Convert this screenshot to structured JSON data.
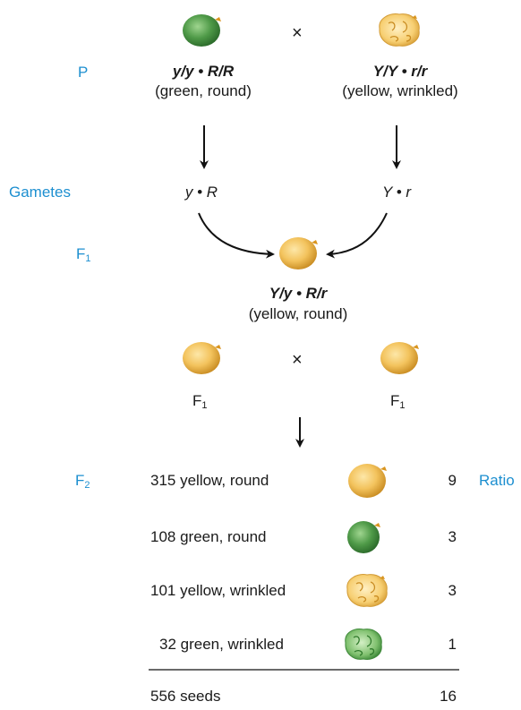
{
  "labels": {
    "p": "P",
    "gametes": "Gametes",
    "f1": "F",
    "f1_sub": "1",
    "f2": "F",
    "f2_sub": "2",
    "ratio": "Ratio"
  },
  "cross_symbol": "×",
  "parents": {
    "left": {
      "genotype": "y/y • R/R",
      "phenotype": "(green, round)",
      "seed": "green-round"
    },
    "right": {
      "genotype": "Y/Y • r/r",
      "phenotype": "(yellow, wrinkled)",
      "seed": "yellow-wrinkled"
    }
  },
  "gametes": {
    "left": "y • R",
    "right": "Y • r"
  },
  "f1": {
    "genotype": "Y/y • R/r",
    "phenotype": "(yellow, round)",
    "selfcross_left": "F",
    "selfcross_right": "F",
    "selfcross_sub": "1"
  },
  "f2_rows": [
    {
      "text": "315 yellow, round",
      "ratio": "9",
      "seed": "yellow-round"
    },
    {
      "text": "108 green, round",
      "ratio": "3",
      "seed": "green-round"
    },
    {
      "text": "101 yellow, wrinkled",
      "ratio": "3",
      "seed": "yellow-wrinkled"
    },
    {
      "text": "32 green, wrinkled",
      "ratio": "1",
      "seed": "green-wrinkled"
    }
  ],
  "total": {
    "text": "556 seeds",
    "ratio": "16"
  },
  "colors": {
    "label_blue": "#1d8fd0",
    "yellow_seed": "#f3c35d",
    "green_seed": "#4f9a48"
  }
}
